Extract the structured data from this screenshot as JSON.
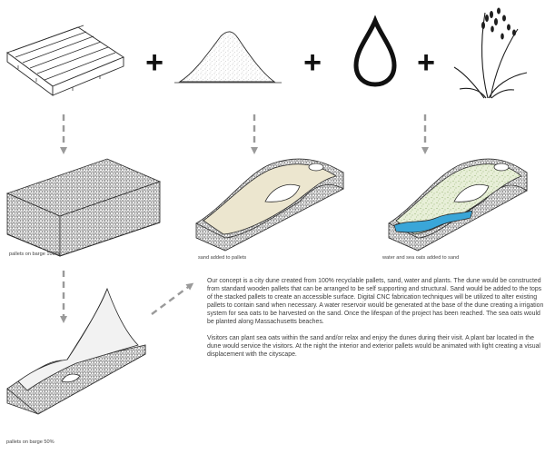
{
  "ingredients": [
    {
      "name": "pallet-icon"
    },
    {
      "name": "sand-pile-icon"
    },
    {
      "name": "water-drop-icon"
    },
    {
      "name": "sea-oats-icon"
    }
  ],
  "operators": [
    "+",
    "+",
    "+"
  ],
  "captions": {
    "barge_100": "pallets on barge 100%",
    "sand_added": "sand added to pallets",
    "water_oats": "water and sea oats added to sand",
    "barge_50": "pallets on barge 50%"
  },
  "description": {
    "p1": "Our concept is a city dune created from 100% recyclable pallets, sand, water and plants.  The dune would be constructed from standard wooden pallets that can be arranged to be self supporting and structural.  Sand would be added to the tops of the stacked pallets to create an accessible surface.  Digital CNC fabrication techniques will be utilized to alter existing pallets to contain sand when necessary.   A water reservoir would be generated at the base of the dune creating a irrigation system for sea oats to be harvested on the sand.  Once the lifespan of the project has been reached.  The sea oats would be planted along Massachusetts beaches.",
    "p2": "Visitors can plant sea oats within the sand and/or relax and enjoy the dunes during their visit.  A plant bar located in the dune would service the visitors.  At the night the interior and exterior pallets would be animated with light creating a visual displacement with the cityscape."
  },
  "colors": {
    "line": "#2b2b2b",
    "arrow": "#9a9a9a",
    "sand": "#ece6cf",
    "water": "#3aa6d8",
    "grass": "#b9cf9a"
  }
}
